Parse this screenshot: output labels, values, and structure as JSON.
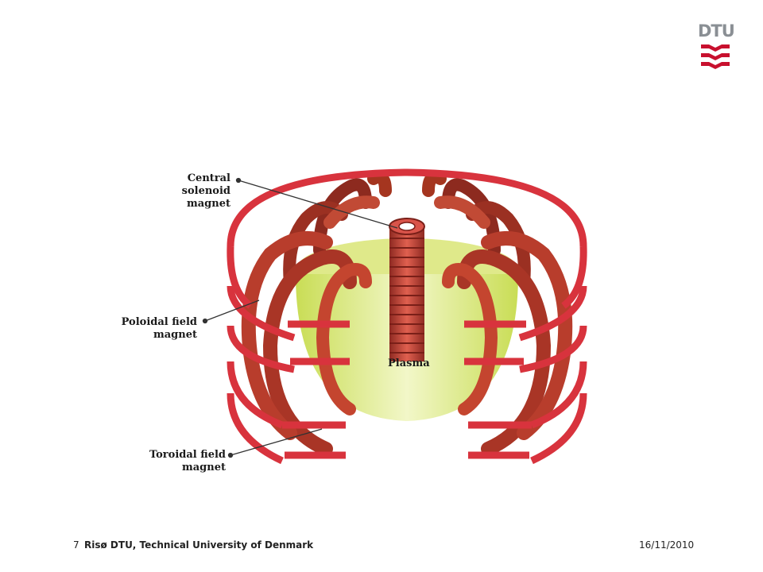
{
  "logo": {
    "text": "DTU",
    "icon": "dtu-wave-logo-icon",
    "color": "#8a8f94",
    "accent": "#c8102e"
  },
  "diagram": {
    "labels": {
      "central_solenoid": "Central\nsolenoid\nmagnet",
      "poloidal": "Poloidal field\nmagnet",
      "toroidal": "Toroidal field\nmagnet",
      "plasma": "Plasma"
    },
    "colors": {
      "coil": "#b83a2a",
      "ring": "#d63a3f",
      "plasma": "#e6ef9a",
      "solenoid": "#c8443a"
    }
  },
  "footer": {
    "page_number": "7",
    "organization": "Risø DTU, Technical University of Denmark",
    "date": "16/11/2010"
  }
}
